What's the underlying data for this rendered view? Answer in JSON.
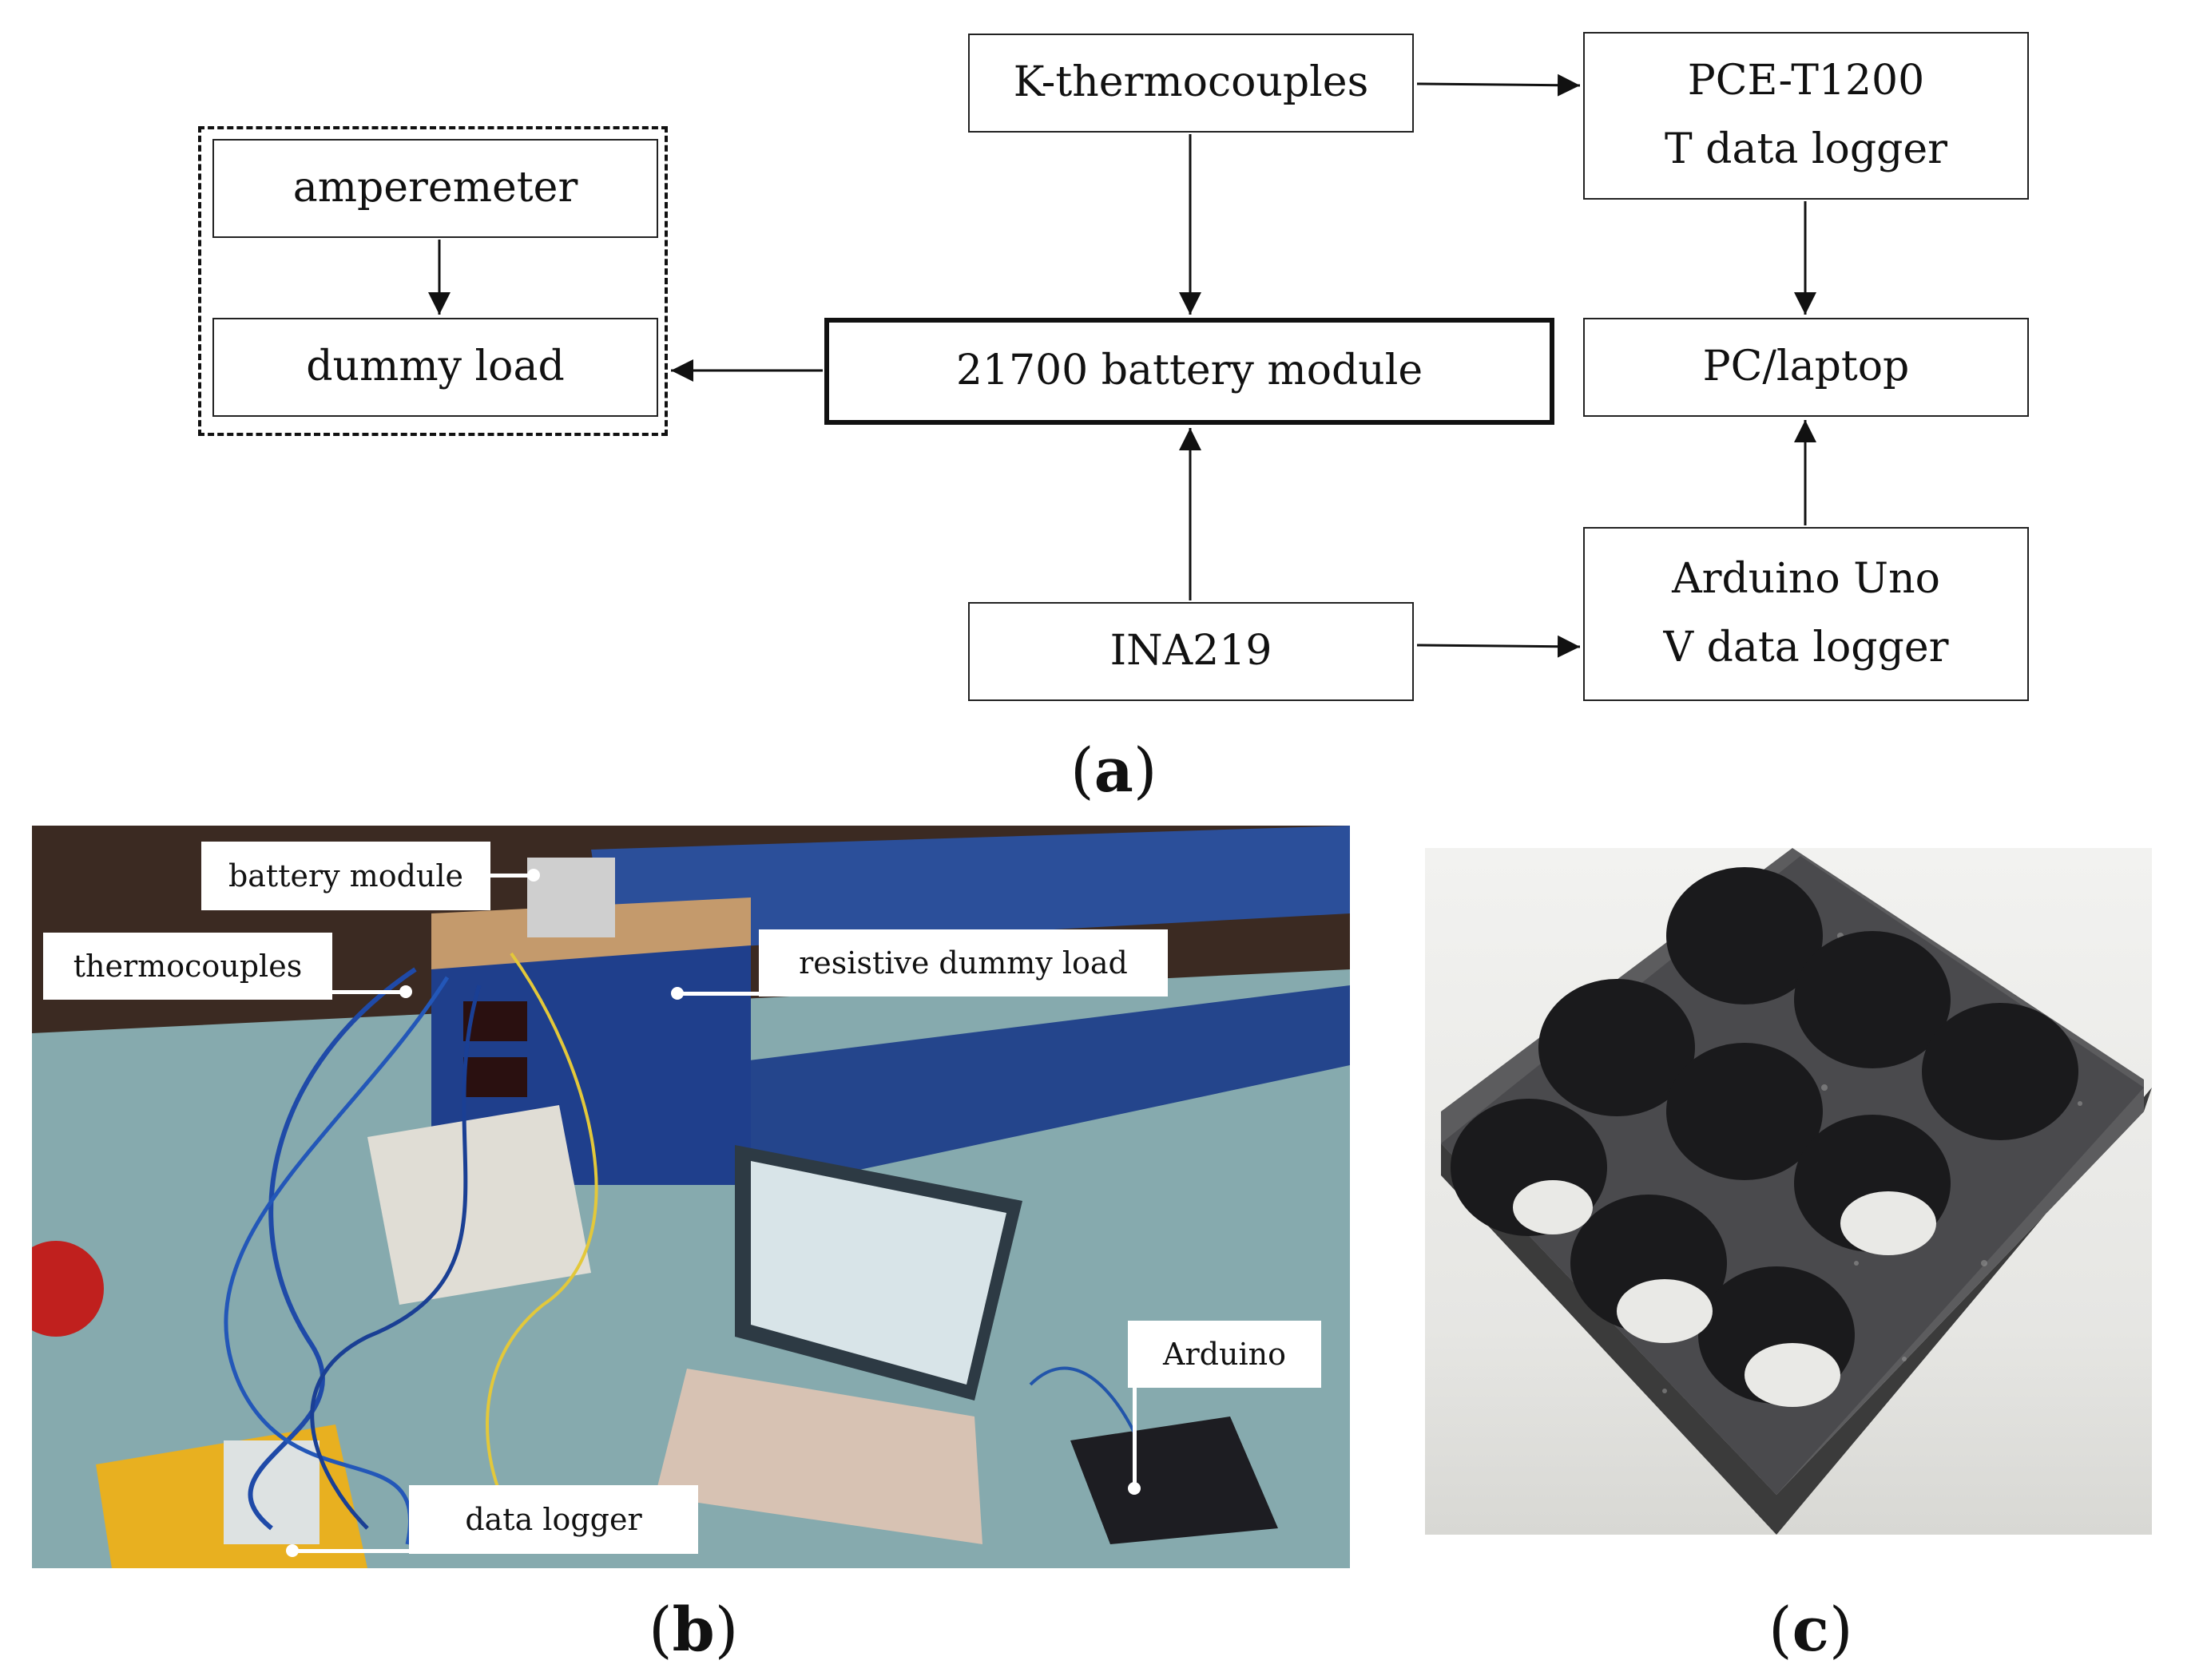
{
  "diagram": {
    "amperemeter": "amperemeter",
    "dummy_load": "dummy load",
    "battery_module": "21700 battery module",
    "k_thermocouples": "K-thermocouples",
    "pce_line1": "PCE-T1200",
    "pce_line2": "T data logger",
    "pc_laptop": "PC/laptop",
    "ina219": "INA219",
    "arduino_line1": "Arduino Uno",
    "arduino_line2": "V data logger"
  },
  "labels": {
    "a": "a",
    "b": "b",
    "c": "c"
  },
  "photo_b": {
    "battery_module": "battery module",
    "thermocouples": "thermocouples",
    "resistive_dummy_load": "resistive dummy load",
    "arduino": "Arduino",
    "data_logger": "data logger"
  },
  "colors": {
    "box_border": "#222222",
    "background": "#ffffff"
  }
}
